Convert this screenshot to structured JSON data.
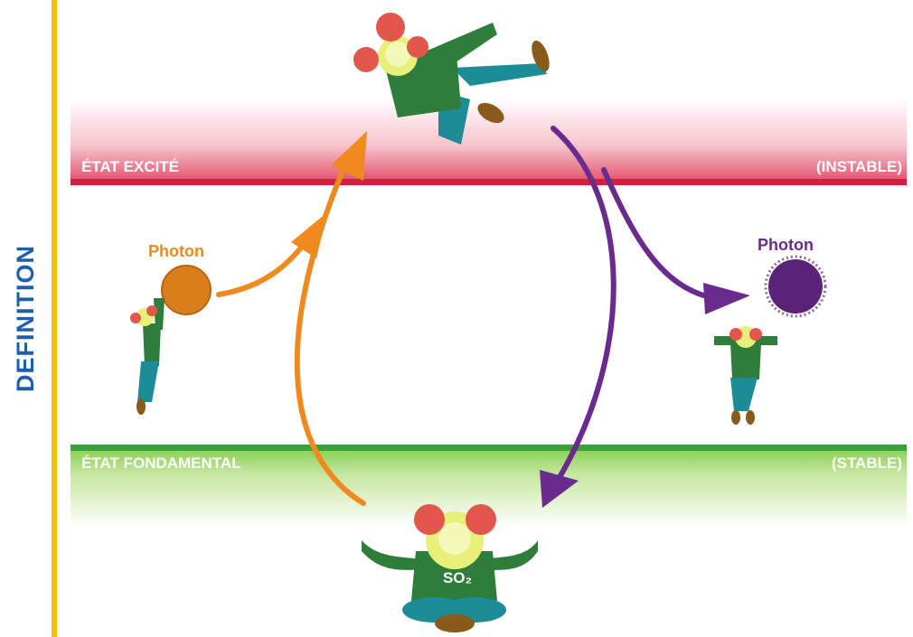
{
  "sidebar": {
    "title": "DEFINITION"
  },
  "states": {
    "excited": {
      "label": "ÉTAT EXCITÉ",
      "stability": "(INSTABLE)"
    },
    "ground": {
      "label": "ÉTAT FONDAMENTAL",
      "stability": "(STABLE)"
    }
  },
  "photons": {
    "absorbed": {
      "label": "Photon"
    },
    "emitted": {
      "label": "Photon"
    }
  },
  "molecule": {
    "formula": "SO₂"
  },
  "colors": {
    "absorption": "#f08a1e",
    "emission": "#6b2a8e",
    "excited": "#d0203f",
    "ground": "#3aa03a",
    "sidebar": "#1d5fae",
    "rule": "#f2c200"
  }
}
